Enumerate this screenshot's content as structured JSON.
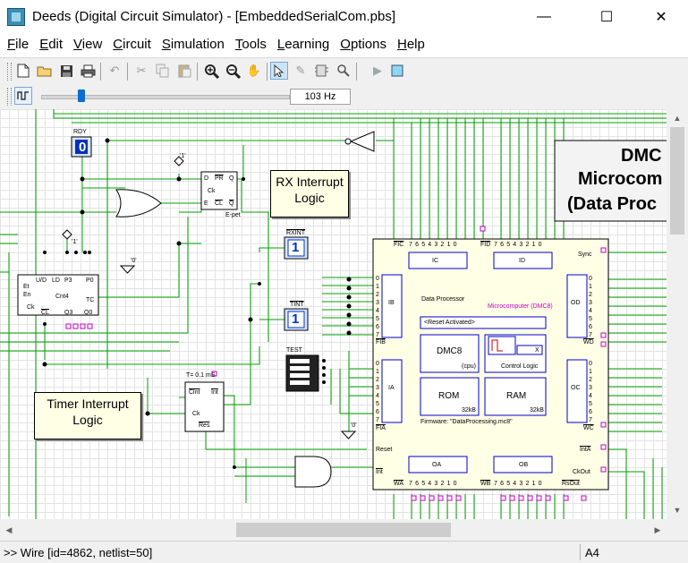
{
  "window": {
    "title": "Deeds (Digital Circuit Simulator) - [EmbeddedSerialCom.pbs]",
    "minimize_glyph": "—",
    "maximize_glyph": "☐",
    "close_glyph": "✕"
  },
  "menu": [
    {
      "hot": "F",
      "rest": "ile"
    },
    {
      "hot": "E",
      "rest": "dit"
    },
    {
      "hot": "V",
      "rest": "iew"
    },
    {
      "hot": "C",
      "rest": "ircuit"
    },
    {
      "hot": "S",
      "rest": "imulation"
    },
    {
      "hot": "T",
      "rest": "ools"
    },
    {
      "hot": "L",
      "rest": "earning"
    },
    {
      "hot": "O",
      "rest": "ptions"
    },
    {
      "hot": "H",
      "rest": "elp"
    }
  ],
  "toolbar": {
    "icons": [
      "new-file-icon",
      "open-folder-icon",
      "save-icon",
      "print-icon",
      "undo-icon",
      "cut-icon",
      "copy-icon",
      "paste-icon",
      "zoom-in-icon",
      "zoom-out-icon",
      "pan-hand-icon",
      "select-arrow-icon",
      "eraser-icon",
      "component-icon",
      "search-icon",
      "play-icon",
      "timing-icon"
    ],
    "frequency": "103 Hz",
    "clock_slider_fraction": 0.15
  },
  "circuit": {
    "rdy_label": "RDY",
    "rdy_value": "0",
    "rxint_label": "RXINT",
    "rxint_value": "1",
    "tint_label": "TINT",
    "tint_value": "1",
    "test_label": "TEST",
    "rx_box": "RX Interrupt\nLogic",
    "timer_box": "Timer Interrupt\nLogic",
    "timer_period": "T= 0.1 mS",
    "ff": {
      "d": "D",
      "pr": "PR",
      "q": "Q",
      "ck": "Ck",
      "e": "E",
      "cl": "CL",
      "qn": "Q",
      "name": "E-pet"
    },
    "counter": {
      "ud": "U/D",
      "ld": "LD",
      "p3": "P3",
      "p0": "P0",
      "et": "Et",
      "en": "En",
      "name": "Cnt4",
      "tc": "TC",
      "ck": "Ck",
      "cl": "CL",
      "q3": "Q3",
      "q0": "Q0"
    },
    "timer": {
      "clint": "Clnt",
      "int": "Int",
      "ck": "Ck",
      "res": "Res"
    },
    "const_one_a": "'1'",
    "const_one_b": "'1'",
    "const_zero_a": "'0'",
    "const_zero_b": "'0'",
    "dmc_title_1": "DMC",
    "dmc_title_2": "Microcom",
    "dmc_title_3": "(Data Proc",
    "chip": {
      "ic": "IC",
      "id": "ID",
      "ib": "IB",
      "ia": "IA",
      "od": "OD",
      "oc": "OC",
      "oa": "OA",
      "ob": "OB",
      "fic": "FIC",
      "fid": "FID",
      "fib": "FIB",
      "fia": "FIA",
      "sync": "Sync",
      "wd": "WD",
      "wc": "WC",
      "inta": "IntA",
      "ckout": "CkOut",
      "wa": "WA",
      "wb": "WB",
      "rsout": "RsOut",
      "reset": "Reset",
      "int": "Int",
      "data_processor": "Data Processor",
      "microcomputer": "Microcomputer (DMC8)",
      "reset_msg": "<Reset Activated>",
      "dmc8": "DMC8",
      "cpu": "(cpu)",
      "control_logic": "Control Logic",
      "x": "X",
      "rom": "ROM",
      "ram": "RAM",
      "kb32_a": "32kB",
      "kb32_b": "32kB",
      "firmware": "Firmware: \"DataProcessing.mc8\"",
      "bits": [
        "7",
        "6",
        "5",
        "4",
        "3",
        "2",
        "1",
        "0"
      ],
      "bits_down": [
        "0",
        "1",
        "2",
        "3",
        "4",
        "5",
        "6",
        "7"
      ]
    }
  },
  "status": {
    "left": ">> Wire  [id=4862, netlist=50]",
    "right": "A4"
  }
}
